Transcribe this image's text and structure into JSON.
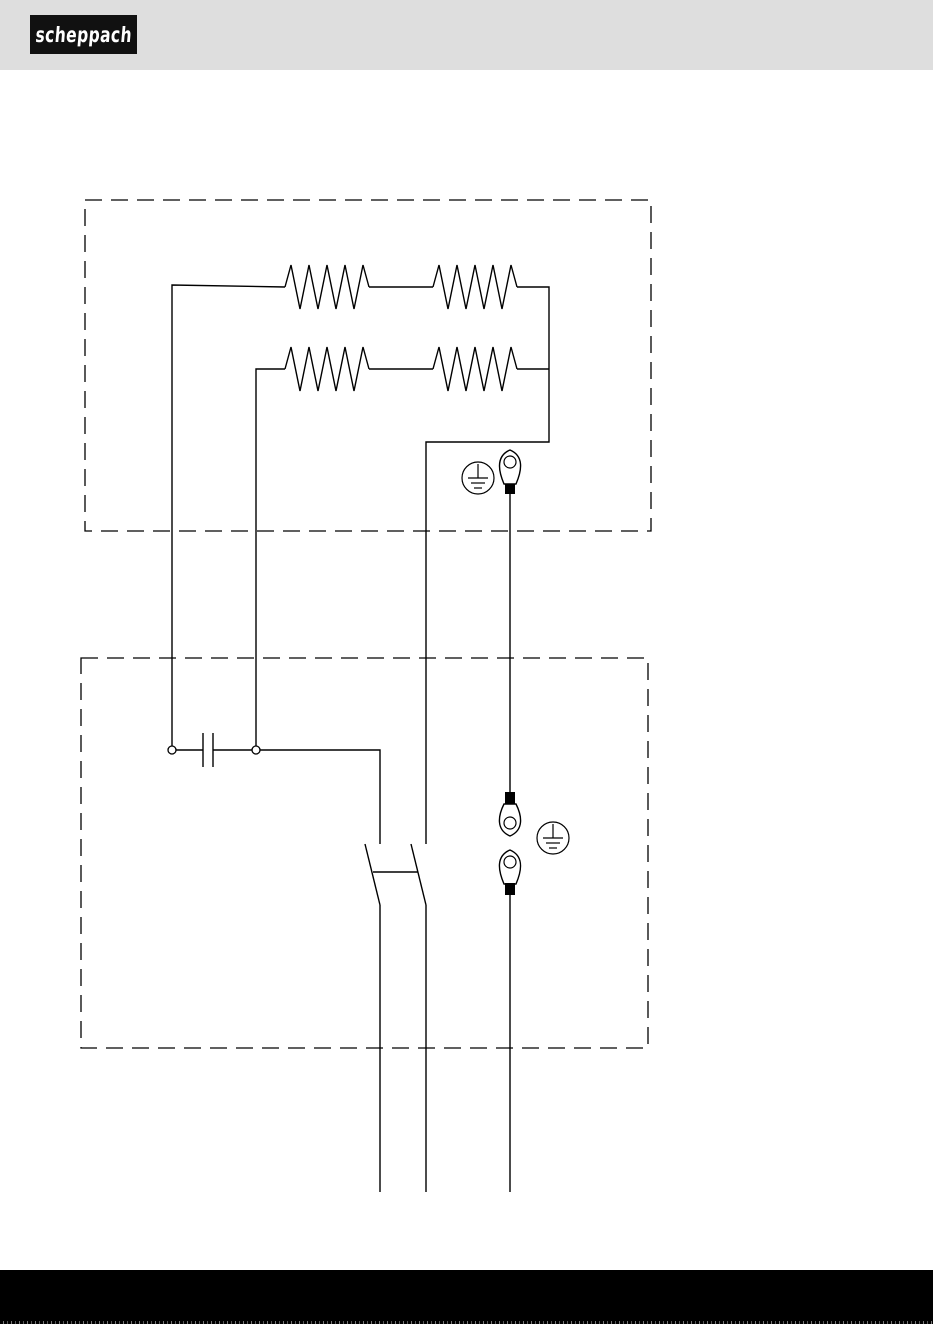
{
  "header": {
    "brand": "scheppach",
    "background": "#dedede",
    "logo_background": "#111111",
    "logo_text_color": "#ffffff"
  },
  "diagram": {
    "line_color": "#000000",
    "components": [
      "heating-element-1",
      "heating-element-2",
      "heating-element-3",
      "heating-element-4",
      "capacitor",
      "double-pole-switch",
      "earth-symbol-top",
      "earth-symbol-bottom",
      "ring-terminal-top",
      "ring-terminal-middle",
      "ring-terminal-bottom"
    ]
  },
  "footer": {
    "background": "#000000"
  }
}
